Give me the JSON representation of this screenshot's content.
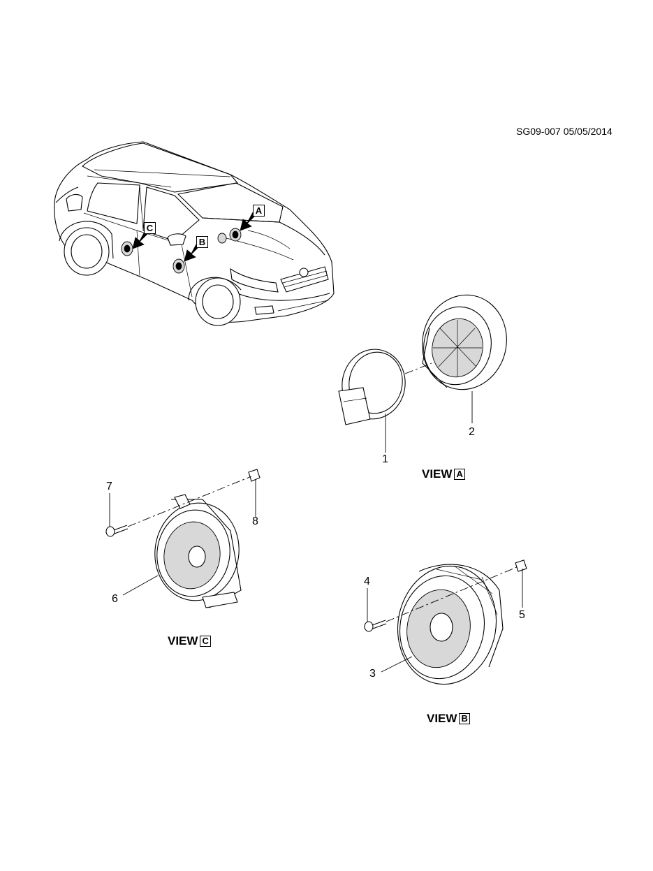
{
  "header": {
    "doc_id": "SG09-007 05/05/2014"
  },
  "vehicle": {
    "view_markers": [
      {
        "letter": "A",
        "icon": "arrow-pointer-icon"
      },
      {
        "letter": "B",
        "icon": "arrow-pointer-icon"
      },
      {
        "letter": "C",
        "icon": "arrow-pointer-icon"
      }
    ]
  },
  "views": [
    {
      "id": "A",
      "label": "VIEW",
      "letter": "A"
    },
    {
      "id": "B",
      "label": "VIEW",
      "letter": "B"
    },
    {
      "id": "C",
      "label": "VIEW",
      "letter": "C"
    }
  ],
  "callouts": [
    {
      "number": "1",
      "view": "A"
    },
    {
      "number": "2",
      "view": "A"
    },
    {
      "number": "3",
      "view": "B"
    },
    {
      "number": "4",
      "view": "B"
    },
    {
      "number": "5",
      "view": "B"
    },
    {
      "number": "6",
      "view": "C"
    },
    {
      "number": "7",
      "view": "C"
    },
    {
      "number": "8",
      "view": "C"
    }
  ]
}
